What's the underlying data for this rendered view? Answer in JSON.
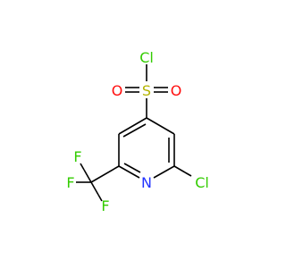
{
  "diagram_type": "chemical-structure",
  "colors": {
    "bond": "#000000",
    "chlorine": "#33cc00",
    "oxygen": "#ff0d0d",
    "sulfur": "#b3b300",
    "nitrogen": "#2233ff",
    "fluorine": "#33cc00"
  },
  "atoms": {
    "cl_top": "Cl",
    "s": "S",
    "o_left": "O",
    "o_right": "O",
    "n": "N",
    "cl_right": "Cl",
    "f_top": "F",
    "f_left": "F",
    "f_bottom": "F"
  }
}
